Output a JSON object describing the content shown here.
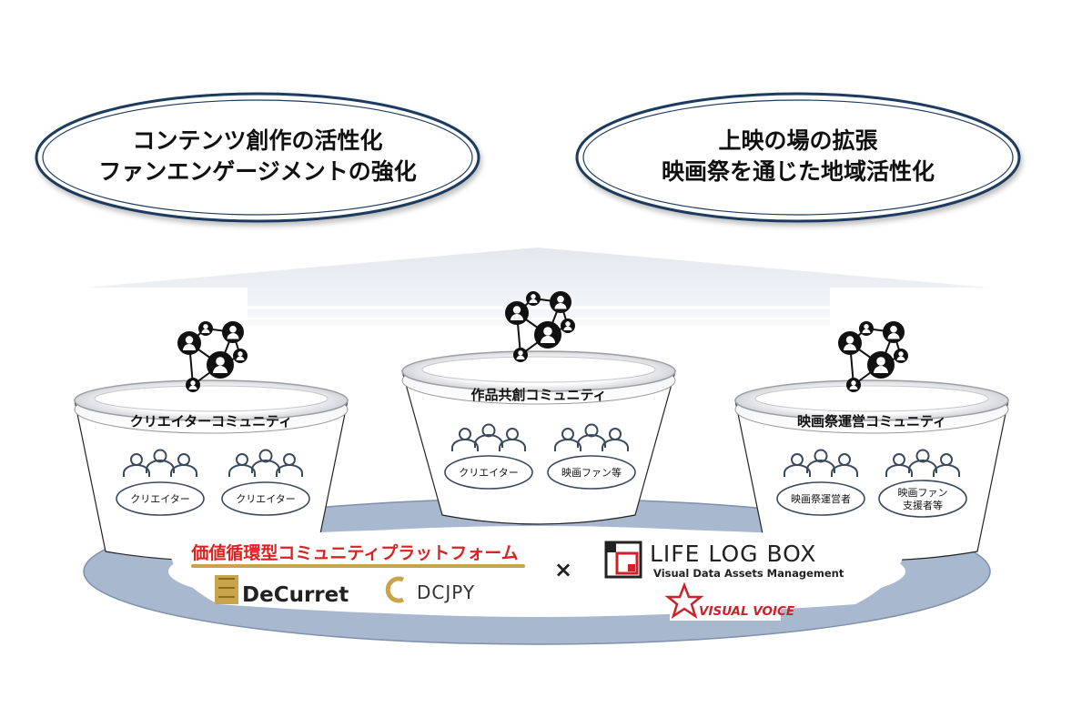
{
  "goals": {
    "left": {
      "line1": "コンテンツ創作の活性化",
      "line2": "ファンエンゲージメントの強化"
    },
    "right": {
      "line1": "上映の場の拡張",
      "line2": "映画祭を通じた地域活性化"
    }
  },
  "communities": [
    {
      "name": "クリエイターコミュニティ",
      "roles": [
        "クリエイター",
        "クリエイター"
      ]
    },
    {
      "name": "作品共創コミュニティ",
      "roles": [
        "クリエイター",
        "映画ファン等"
      ]
    },
    {
      "name": "映画祭運営コミュニティ",
      "roles": [
        "映画祭運営者",
        "映画ファン",
        "支援者等"
      ]
    }
  ],
  "platform": {
    "title": "価値循環型コミュニティプラットフォーム",
    "cross": "×",
    "logos": {
      "decurret": "DeCurret",
      "dcjpy": "DCJPY",
      "lifelogbox": "LIFE LOG BOX",
      "lifelogbox_sub": "Visual Data Assets Management",
      "visualvoice": "VISUAL VOICE"
    }
  },
  "colors": {
    "ellipse_border": "#1f3a5f",
    "ring": "#a8b8cf",
    "platform_title": "#e02020",
    "underline": "#c8a250",
    "gold": "#c9a44a",
    "role_outline": "#3a4a5e"
  }
}
